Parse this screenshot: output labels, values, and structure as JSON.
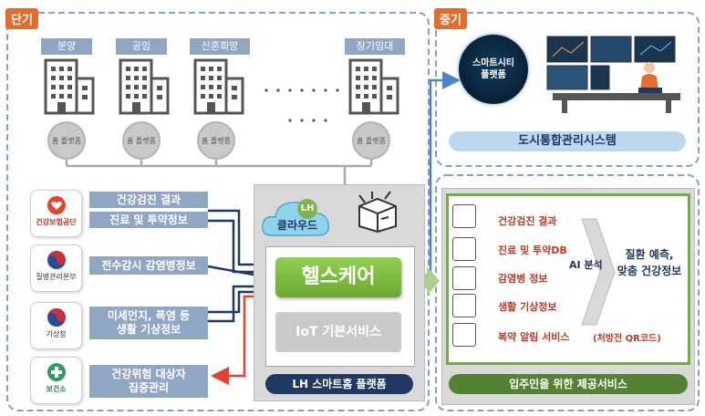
{
  "short_term": {
    "tag": "단기",
    "tag_color": "#e36c2f"
  },
  "mid_term": {
    "tag": "중기",
    "tag_color": "#e36c2f"
  },
  "housing": [
    {
      "label": "분양",
      "platform": "홈 플랫폼"
    },
    {
      "label": "공임",
      "platform": "홈 플랫폼"
    },
    {
      "label": "신혼희망",
      "platform": "홈 플랫폼"
    },
    {
      "label": "장기임대",
      "platform": "홈 플랫폼"
    }
  ],
  "city_system": {
    "platform_label": "스마트시티\n플랫폼",
    "title": "도시통합관리시스템"
  },
  "orgs": [
    {
      "name": "건강보험공단",
      "items": [
        "건강검진 결과",
        "진료 및 투약정보"
      ]
    },
    {
      "name": "질병관리본부",
      "items": [
        "전수감시 감염병정보"
      ]
    },
    {
      "name": "기상청",
      "items": [
        "미세먼지, 폭염 등\n생활 기상정보"
      ]
    },
    {
      "name": "보건소",
      "items": [
        "건강위험 대상자\n집중관리"
      ]
    }
  ],
  "platform": {
    "cloud_top": "LH",
    "cloud_bottom": "클라우드",
    "healthcare": "헬스케어",
    "iot": "IoT 기본서비스",
    "footer": "LH 스마트홈 플랫폼"
  },
  "services": {
    "items": [
      "건강검진 결과",
      "진료 및 투약DB",
      "감염병 정보",
      "생활 기상정보",
      "복약 알림 서비스"
    ],
    "note": "(처방전 QR코드)",
    "ai_label": "AI 분석",
    "result": "질환 예측,\n맞춤 건강정보",
    "footer": "입주민을 위한 제공서비스"
  },
  "colors": {
    "navy": "#1f3864",
    "green": "#70ad47",
    "red": "#e8412c",
    "blue_arrow": "#4a86c8",
    "gray_panel": "#d9d9d9"
  }
}
